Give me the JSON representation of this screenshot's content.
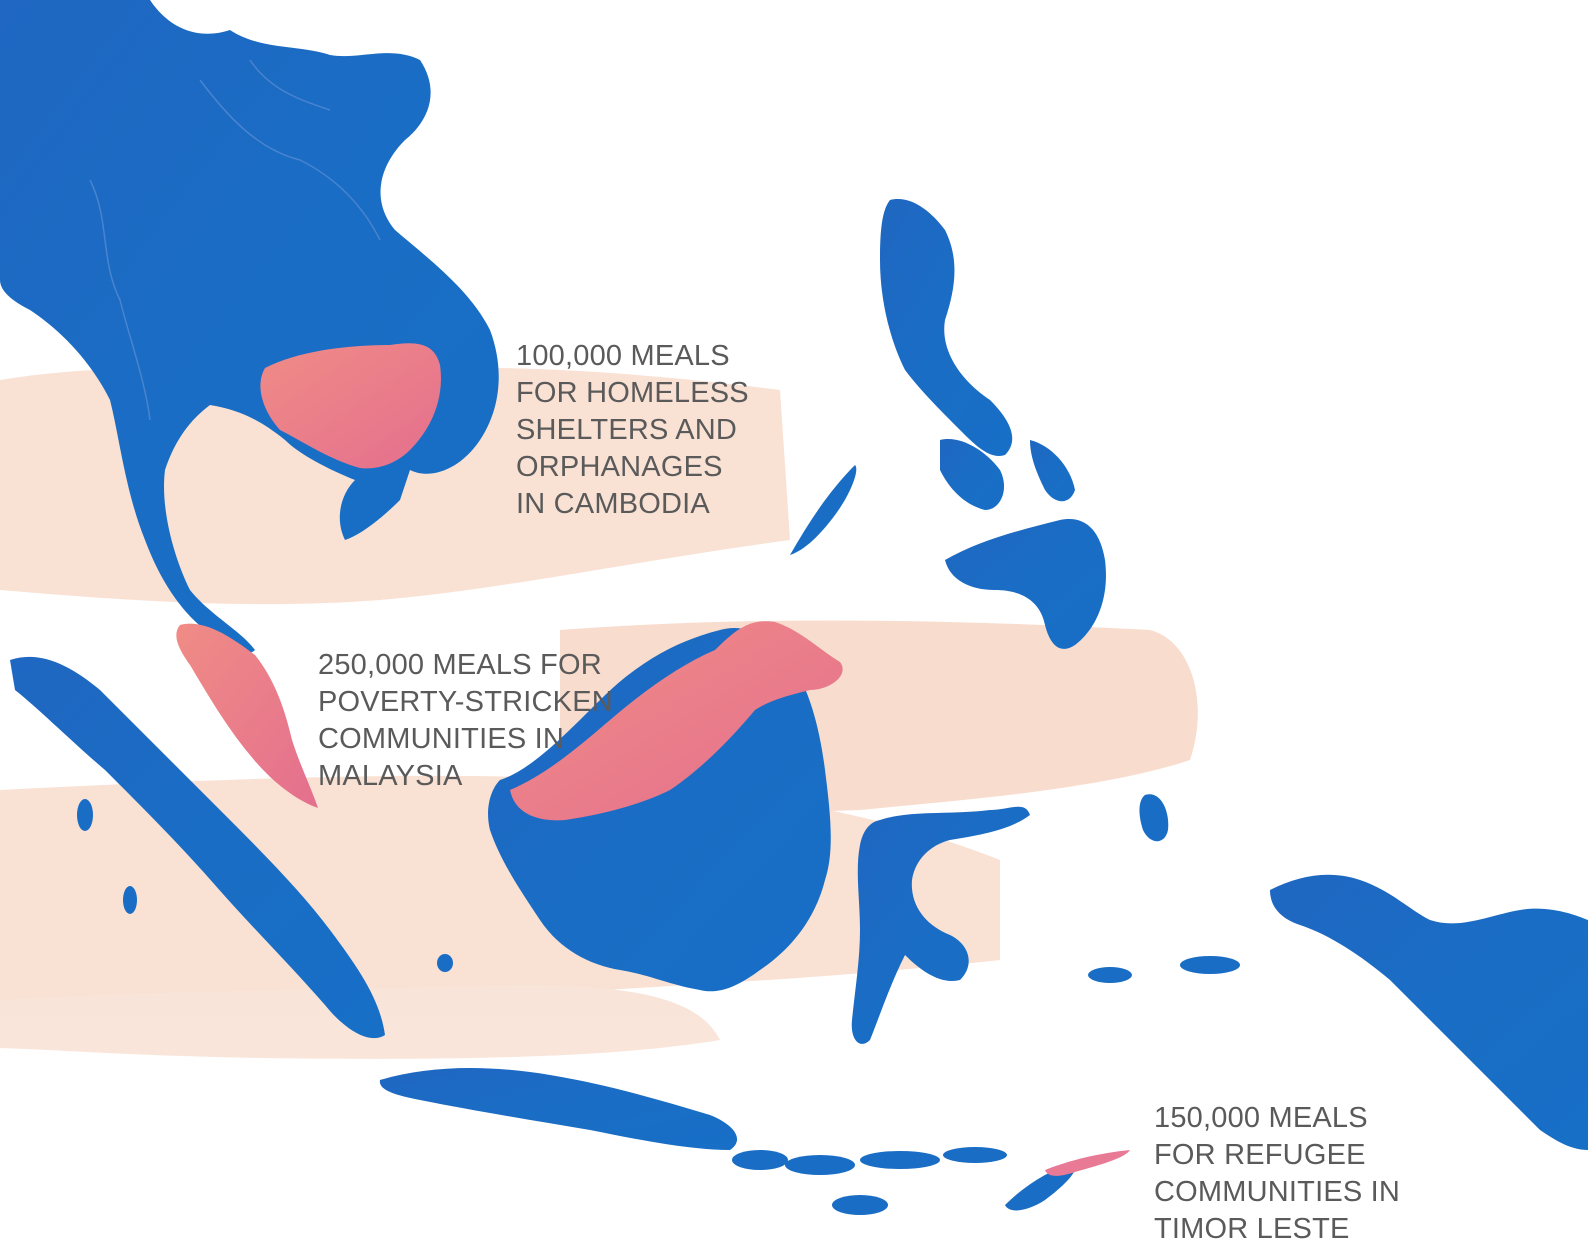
{
  "colors": {
    "land": "#1a6dc4",
    "land_dark": "#1558a8",
    "highlight": "#e77a8a",
    "highlight_light": "#ec8a8f",
    "wash": "#f7d9cb",
    "text": "#5a5a5a",
    "border": "#5b8fd6"
  },
  "annotations": [
    {
      "region": "cambodia",
      "lines": [
        "100,000 MEALS",
        "FOR HOMELESS",
        "SHELTERS AND",
        "ORPHANAGES",
        "IN CAMBODIA"
      ]
    },
    {
      "region": "malaysia",
      "lines": [
        "250,000 MEALS FOR",
        "POVERTY-STRICKEN",
        "COMMUNITIES IN",
        "MALAYSIA"
      ]
    },
    {
      "region": "timor-leste",
      "lines": [
        "150,000 MEALS",
        "FOR REFUGEE",
        "COMMUNITIES IN",
        "TIMOR LESTE"
      ]
    }
  ]
}
